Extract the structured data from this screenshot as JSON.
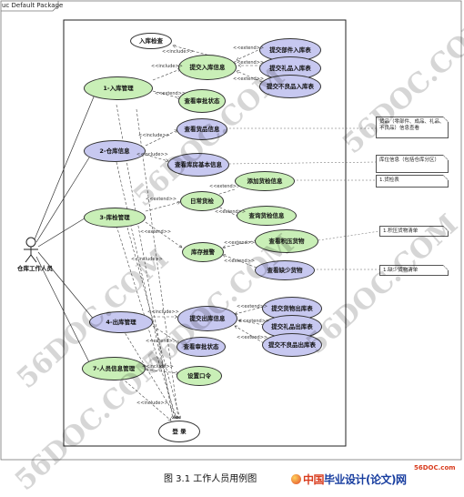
{
  "frame_title": "uc Default Package",
  "actor": "仓库工作人员",
  "use_cases": {
    "rk_check": "入库检查",
    "rk_mgmt": "1-入库管理",
    "rk_submit": "提交入库信息",
    "rk_submit_parts": "提交部件入库表",
    "rk_submit_gift": "提交礼品入库表",
    "rk_submit_bad": "提交不良品入库表",
    "rk_audit": "查看审批状态",
    "info_mgmt": "2-仓库信息",
    "info_goods": "查看货品信息",
    "info_basic": "查看库房基本信息",
    "check_mgmt": "3-库检管理",
    "check_daily": "日常货检",
    "check_add": "添加货检信息",
    "check_query": "查询货检信息",
    "check_alarm": "库存报警",
    "check_overstock": "查看积压货物",
    "check_shortage": "查看缺少货物",
    "ck_mgmt": "4-出库管理",
    "ck_submit": "提交出库信息",
    "ck_submit_goods": "提交货物出库表",
    "ck_submit_gift": "提交礼品出库表",
    "ck_submit_bad": "提交不良品出库表",
    "ck_audit": "查看审批状态",
    "person_mgmt": "7-人员信息管理",
    "set_password": "设置口令",
    "login": "登 录"
  },
  "notes": {
    "goods": "货品（零部件、成品、礼品、不良品）信息查看",
    "warehouse": "库位信息（包括仓库分区）",
    "check_record": "1.货检表",
    "overstock": "1.积压货物清单",
    "shortage": "1.缺少货物清单"
  },
  "edge_labels": {
    "include": "<<include>>",
    "extend": "<<extend>>"
  },
  "caption": "图 3.1  工作人员用例图",
  "logo_top": "56DOC.com",
  "logo_red": "中国",
  "logo_blue": "毕业设计(论文)网",
  "watermark": "56DOC.COM"
}
